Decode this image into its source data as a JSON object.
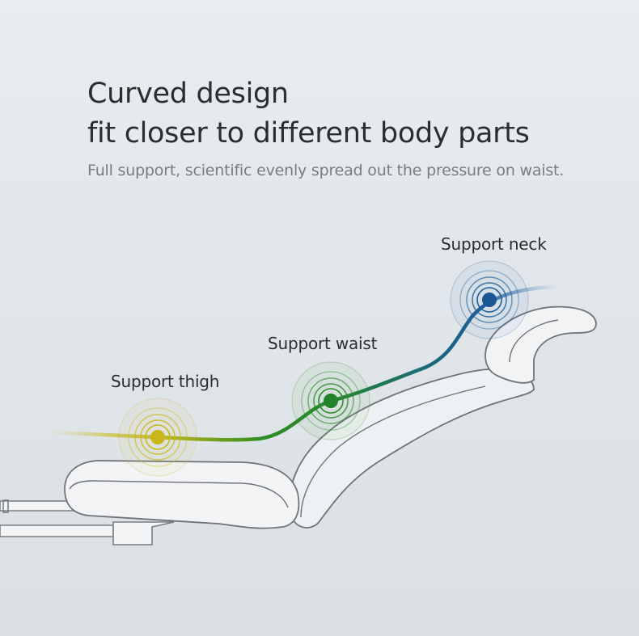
{
  "headline": {
    "line1": "Curved design",
    "line2": "fit closer to different body parts"
  },
  "subtitle": "Full support, scientific evenly spread out the pressure on waist.",
  "points": {
    "neck": {
      "label": "Support neck",
      "color": "#1f5e9a"
    },
    "waist": {
      "label": "Support waist",
      "color": "#2e8b2a"
    },
    "thigh": {
      "label": "Support thigh",
      "color": "#c9b71a"
    }
  },
  "colors": {
    "background": "#e5e9ec",
    "cushion_stroke": "#6f7377",
    "cushion_fill": "#eef1f3",
    "text_primary": "#2b2d30",
    "text_secondary": "#7a7d80"
  }
}
